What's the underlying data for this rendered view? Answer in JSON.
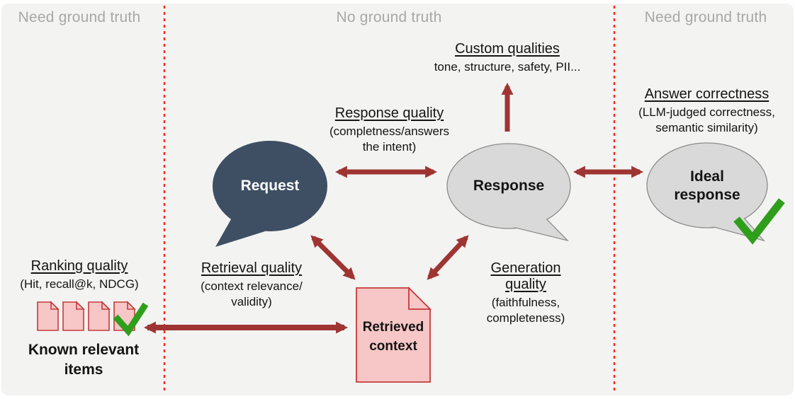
{
  "headers": {
    "left": "Need ground truth",
    "middle": "No ground truth",
    "right": "Need ground truth"
  },
  "bubbles": {
    "request": {
      "label": "Request"
    },
    "response": {
      "label": "Response"
    },
    "ideal_response": {
      "label": "Ideal response"
    }
  },
  "documents": {
    "retrieved_context": {
      "label": "Retrieved context"
    },
    "known_relevant_items": {
      "label": "Known relevant items"
    }
  },
  "quality_labels": {
    "ranking": {
      "title": "Ranking quality",
      "subtitle": "(Hit, recall@k, NDCG)"
    },
    "retrieval": {
      "title": "Retrieval quality",
      "subtitle": "(context relevance/ validity)"
    },
    "response": {
      "title": "Response quality",
      "subtitle": "(completness/answers the intent)"
    },
    "generation": {
      "title": "Generation quality",
      "subtitle": "(faithfulness, completeness)"
    },
    "custom": {
      "title": "Custom qualities",
      "subtitle": "tone, structure, safety, PII..."
    },
    "answer_correctness": {
      "title": "Answer correctness",
      "subtitle": "(LLM-judged correctness, semantic similarity)"
    }
  },
  "icons": {
    "request_bubble": "speech-bubble-icon",
    "response_bubble": "speech-bubble-icon",
    "ideal_response_bubble": "speech-bubble-icon",
    "retrieved_context_doc": "document-icon",
    "known_items_docs": "document-icon",
    "green_check": "checkmark-icon",
    "arrows": "double-arrow-icon",
    "dividers": "dotted-divider-line"
  },
  "colors": {
    "panel_bg": "#f3f3f2",
    "header_gray": "#a8a8a8",
    "arrow_red": "#9e3533",
    "divider_red": "#f5261a",
    "request_bubble": "#3e4f63",
    "gray_bubble_fill": "#d9d9d9",
    "gray_bubble_stroke": "#8c8c8c",
    "document_fill": "#f7c6c6",
    "document_stroke": "#c53b3c",
    "check_green": "#2f9e1b",
    "text_black": "#141414"
  }
}
